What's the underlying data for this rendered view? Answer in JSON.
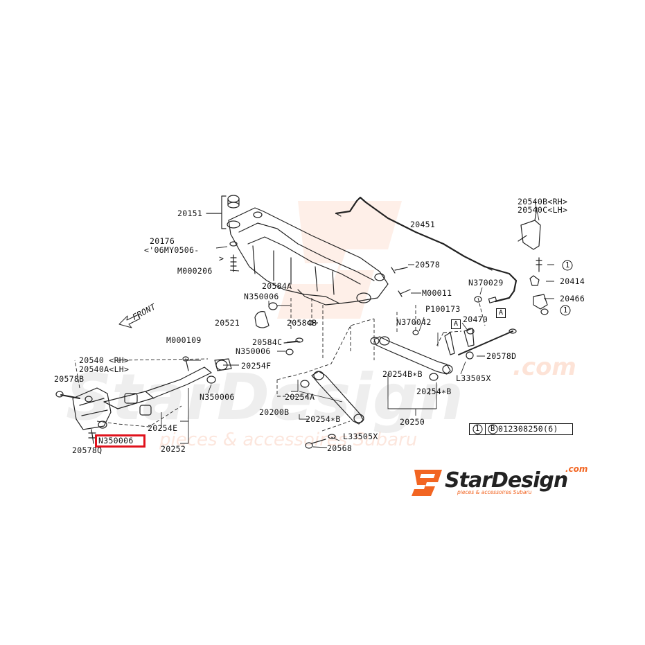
{
  "labels": {
    "p20151": "20151",
    "p20176": "20176",
    "p20176_note": "<'06MY0506-",
    "p20176_note2": ">",
    "m000206": "M000206",
    "p20584a": "20584A",
    "n350006_a": "N350006",
    "p20521": "20521",
    "p20584b": "20584B",
    "p20584c": "20584C",
    "n350006_b": "N350006",
    "p20451": "20451",
    "p20578": "20578",
    "m00011": "M00011",
    "n370029": "N370029",
    "p20540b": "20540B<RH>",
    "p20540c": "20540C<LH>",
    "p20414": "20414",
    "p20466": "20466",
    "p100173": "P100173",
    "n370042": "N370042",
    "p20470": "20470",
    "box_a1": "A",
    "box_a2": "A",
    "p20578d": "20578D",
    "l33505x_a": "L33505X",
    "m000109": "M000109",
    "p20540": "20540 <RH>",
    "p20540a": "20540A<LH>",
    "p20578b": "20578B",
    "p20254f": "20254F",
    "n350006_c": "N350006",
    "n350006_hl": "N350006",
    "p20578q": "20578Q",
    "p20254e": "20254E",
    "p20252": "20252",
    "p20254bb": "20254B∗B",
    "p20254a": "20254A",
    "p20254b2": "20254∗B",
    "p20200b": "20200B",
    "p20254b3": "20254∗B",
    "p20250": "20250",
    "l33505x_b": "L33505X",
    "p20568": "20568",
    "circ1_a": "1",
    "circ1_b": "1",
    "legend_circ": "1",
    "legend_b": "B",
    "legend_text": "012308250(6)",
    "front": "FRONT"
  },
  "watermark": {
    "brand": "StarDesign",
    "tagline": "pieces & accessoires Subaru",
    "domain": ".com"
  },
  "logo": {
    "mark": "SJ",
    "name": "StarDesign",
    "domain": ".com",
    "tagline": "pieces & accessoires Subaru"
  },
  "colors": {
    "highlight": "#e0121c",
    "brand_orange": "#f26522",
    "ink": "#111111"
  }
}
